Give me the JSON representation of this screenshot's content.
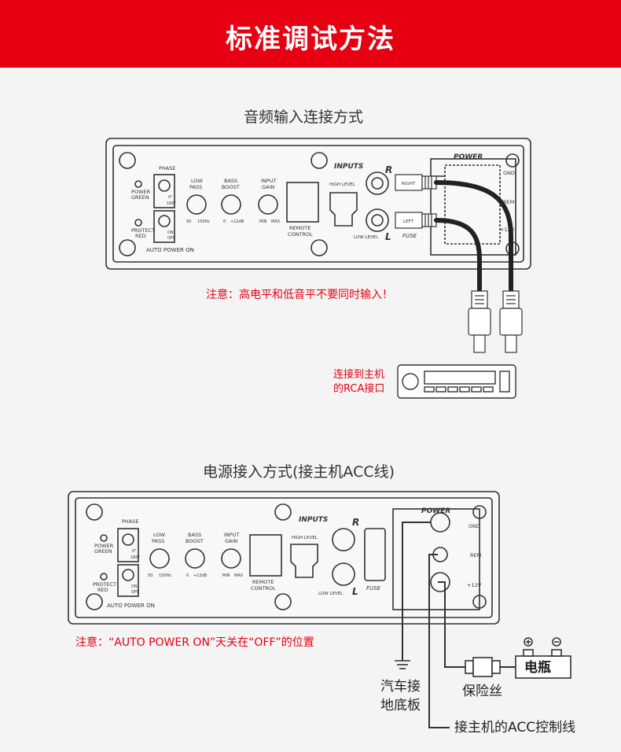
{
  "banner": {
    "title": "标准调试方法"
  },
  "section1": {
    "title": "音频输入连接方式",
    "note": "注意：高电平和低音平不要同时输入！",
    "head_unit_caption_line1": "连接到主机",
    "head_unit_caption_line2": "的RCA接口"
  },
  "section2": {
    "title": "电源接入方式(接主机ACC线)",
    "note": "注意：“AUTO POWER ON”天关在“OFF”的位置",
    "ground_caption_line1": "汽车接",
    "ground_caption_line2": "地底板",
    "fuse_caption": "保险丝",
    "battery_label": "电瓶",
    "acc_caption": "接主机的ACC控制线"
  },
  "panel": {
    "phase": "PHASE",
    "power_green_1": "POWER",
    "power_green_2": "GREEN",
    "protect_red_1": "PROTECT",
    "protect_red_2": "RED",
    "deg0": "0°",
    "deg180": "180°",
    "on": "ON",
    "off": "OFF",
    "auto_power_on": "AUTO POWER ON",
    "low_pass_1": "LOW",
    "low_pass_2": "PASS",
    "low_pass_range_min": "50",
    "low_pass_range_max": "150Hz",
    "bass_boost_1": "BASS",
    "bass_boost_2": "BOOST",
    "bass_boost_range_min": "0",
    "bass_boost_range_max": "+12dB",
    "input_gain_1": "INPUT",
    "input_gain_2": "GAIN",
    "input_gain_range_min": "MIN",
    "input_gain_range_max": "MAX",
    "remote_control_1": "REMOTE",
    "remote_control_2": "CONTROL",
    "inputs": "INPUTS",
    "high_level": "HIGH LEVEL",
    "low_level": "LOW LEVEL",
    "r": "R",
    "l": "L",
    "right": "RIGHT",
    "left": "LEFT",
    "fuse": "FUSE",
    "power": "POWER",
    "gnd": "GND",
    "rem": "REM",
    "plus12v": "+12V"
  },
  "colors": {
    "banner": "#e60012",
    "note": "#e60012",
    "line": "#333333"
  }
}
